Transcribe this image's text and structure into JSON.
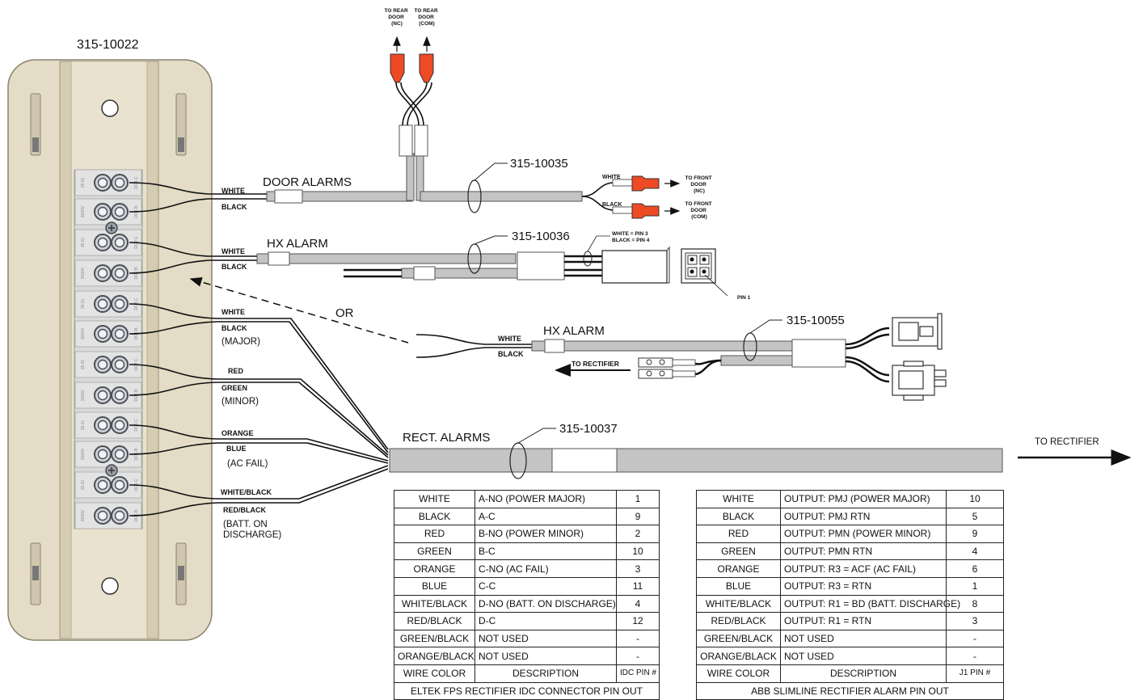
{
  "terminal_block": {
    "part_number": "315-10022"
  },
  "terminal_labels": [
    [
      "35 IG",
      "DO1 C"
    ],
    [
      "3000V",
      "DO1 B"
    ],
    [
      "35 IG",
      "DO2 C"
    ],
    [
      "3000V",
      "DO2 B"
    ],
    [
      "35 IG",
      "DO3 C"
    ],
    [
      "3000V",
      "DO3 B"
    ],
    [
      "35 IG",
      "DO4 C"
    ],
    [
      "3000V",
      "DO4 B"
    ],
    [
      "35 IG",
      "DO5 C"
    ],
    [
      "3000V",
      "DO5 B"
    ],
    [
      "35 IG",
      "DO6 C"
    ],
    [
      "3000V",
      "DO6 B"
    ]
  ],
  "door_alarms": {
    "title": "DOOR ALARMS",
    "cable": "315-10035",
    "wire_white": "WHITE",
    "wire_black": "BLACK",
    "rear_nc": [
      "TO REAR",
      "DOOR",
      "(NC)"
    ],
    "rear_com": [
      "TO REAR",
      "DOOR",
      "(COM)"
    ],
    "front_white": "WHITE",
    "front_black": "BLACK",
    "front_nc": [
      "TO FRONT",
      "DOOR",
      "(NC)"
    ],
    "front_com": [
      "TO FRONT",
      "DOOR",
      "(COM)"
    ]
  },
  "hx_alarm_1": {
    "title": "HX ALARM",
    "cable": "315-10036",
    "wire_white": "WHITE",
    "wire_black": "BLACK",
    "pin_note_1": "WHITE = PIN 3",
    "pin_note_2": "BLACK = PIN 4",
    "pin1": "PIN 1"
  },
  "or_label": "OR",
  "hx_alarm_2": {
    "title": "HX ALARM",
    "cable": "315-10055",
    "wire_white": "WHITE",
    "wire_black": "BLACK",
    "to_rectifier": "TO RECTIFIER"
  },
  "rect_alarms": {
    "title": "RECT. ALARMS",
    "cable": "315-10037",
    "to_rectifier": "TO RECTIFIER",
    "wires": {
      "w1": "WHITE",
      "w2": "BLACK",
      "g1": "(MAJOR)",
      "w3": "RED",
      "w4": "GREEN",
      "g2": "(MINOR)",
      "w5": "ORANGE",
      "w6": "BLUE",
      "g3": "(AC FAIL)",
      "w7": "WHITE/BLACK",
      "w8": "RED/BLACK",
      "g4a": "(BATT. ON",
      "g4b": "DISCHARGE)"
    }
  },
  "eltek_table": {
    "rows": [
      {
        "color": "WHITE",
        "desc": "A-NO (POWER MAJOR)",
        "pin": "1"
      },
      {
        "color": "BLACK",
        "desc": "A-C",
        "pin": "9"
      },
      {
        "color": "RED",
        "desc": "B-NO (POWER MINOR)",
        "pin": "2"
      },
      {
        "color": "GREEN",
        "desc": "B-C",
        "pin": "10"
      },
      {
        "color": "ORANGE",
        "desc": "C-NO (AC FAIL)",
        "pin": "3"
      },
      {
        "color": "BLUE",
        "desc": "C-C",
        "pin": "11"
      },
      {
        "color": "WHITE/BLACK",
        "desc": "D-NO (BATT. ON DISCHARGE)",
        "pin": "4"
      },
      {
        "color": "RED/BLACK",
        "desc": "D-C",
        "pin": "12"
      },
      {
        "color": "GREEN/BLACK",
        "desc": "NOT USED",
        "pin": "-"
      },
      {
        "color": "ORANGE/BLACK",
        "desc": "NOT USED",
        "pin": "-"
      }
    ],
    "header": {
      "color": "WIRE COLOR",
      "desc": "DESCRIPTION",
      "pin": "IDC PIN #"
    },
    "caption": "ELTEK FPS RECTIFIER IDC CONNECTOR PIN OUT"
  },
  "abb_table": {
    "rows": [
      {
        "color": "WHITE",
        "desc": "OUTPUT: PMJ (POWER MAJOR)",
        "pin": "10"
      },
      {
        "color": "BLACK",
        "desc": "OUTPUT: PMJ RTN",
        "pin": "5"
      },
      {
        "color": "RED",
        "desc": "OUTPUT: PMN (POWER MINOR)",
        "pin": "9"
      },
      {
        "color": "GREEN",
        "desc": "OUTPUT: PMN RTN",
        "pin": "4"
      },
      {
        "color": "ORANGE",
        "desc": "OUTPUT: R3 = ACF (AC FAIL)",
        "pin": "6"
      },
      {
        "color": "BLUE",
        "desc": "OUTPUT: R3 = RTN",
        "pin": "1"
      },
      {
        "color": "WHITE/BLACK",
        "desc": "OUTPUT: R1 = BD (BATT. DISCHARGE)",
        "pin": "8"
      },
      {
        "color": "RED/BLACK",
        "desc": "OUTPUT: R1 = RTN",
        "pin": "3"
      },
      {
        "color": "GREEN/BLACK",
        "desc": "NOT USED",
        "pin": "-"
      },
      {
        "color": "ORANGE/BLACK",
        "desc": "NOT USED",
        "pin": "-"
      }
    ],
    "header": {
      "color": "WIRE COLOR",
      "desc": "DESCRIPTION",
      "pin": "J1 PIN #"
    },
    "caption": "ABB SLIMLINE RECTIFIER ALARM PIN OUT"
  },
  "colors": {
    "panel": "#e4dcc6",
    "panel_stroke": "#8a8270",
    "cable": "#c4c4c4",
    "terminal_red": "#ee4a23",
    "terminal_strip": "#d9d9d9"
  }
}
